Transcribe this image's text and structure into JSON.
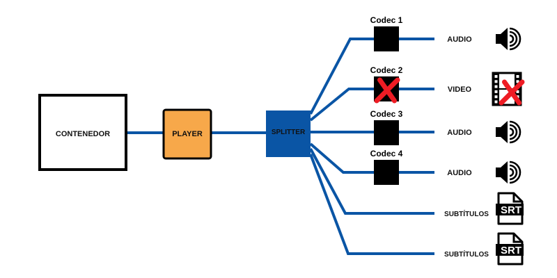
{
  "colors": {
    "line": "#0a55a5",
    "splitter": "#0a55a5",
    "player": "#f7a84a",
    "codec": "#000000",
    "cross": "#ee1c24",
    "border": "#000000"
  },
  "nodes": {
    "container": {
      "label": "CONTENEDOR"
    },
    "player": {
      "label": "PLAYER"
    },
    "splitter": {
      "label": "SPLITTER"
    }
  },
  "outputs": [
    {
      "codec": "Codec 1",
      "type": "AUDIO",
      "icon": "speaker-icon",
      "blocked": false
    },
    {
      "codec": "Codec 2",
      "type": "VIDEO",
      "icon": "film-icon",
      "blocked": true
    },
    {
      "codec": "Codec 3",
      "type": "AUDIO",
      "icon": "speaker-icon",
      "blocked": false
    },
    {
      "codec": "Codec 4",
      "type": "AUDIO",
      "icon": "speaker-icon",
      "blocked": false
    },
    {
      "codec": null,
      "type": "SUBTÍTULOS",
      "icon": "srt-file-icon",
      "blocked": false
    },
    {
      "codec": null,
      "type": "SUBTÍTULOS",
      "icon": "srt-file-icon",
      "blocked": false
    }
  ],
  "srt_label": "SRT"
}
